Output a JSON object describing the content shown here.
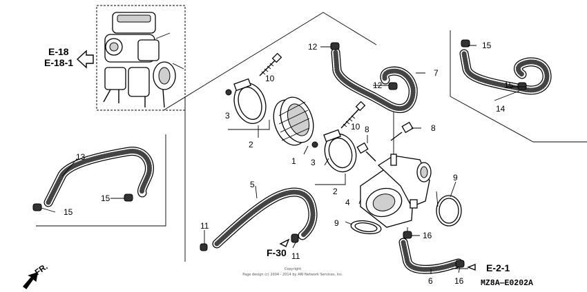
{
  "references": {
    "carb_ref_1": "E-18",
    "carb_ref_2": "E-18-1",
    "frame_ref": "F-30",
    "cable_ref": "E-2-1"
  },
  "diagram_code": "MZ8A—E0202A",
  "front_marker": "FR.",
  "copyright_line1": "Copyright",
  "copyright_line2": "Page design (c) 2004 - 2014 by ARI Network Services, Inc.",
  "callouts": {
    "p1": "1",
    "p2a": "2",
    "p2b": "2",
    "p3a": "3",
    "p3b": "3",
    "p4": "4",
    "p5": "5",
    "p6": "6",
    "p7": "7",
    "p8a": "8",
    "p8b": "8",
    "p9a": "9",
    "p9b": "9",
    "p10a": "10",
    "p10b": "10",
    "p11a": "11",
    "p11b": "11",
    "p12a": "12",
    "p12b": "12",
    "p13": "13",
    "p14": "14",
    "p15a": "15",
    "p15b": "15",
    "p15c": "15",
    "p15d": "15",
    "p16a": "16",
    "p16b": "16"
  }
}
